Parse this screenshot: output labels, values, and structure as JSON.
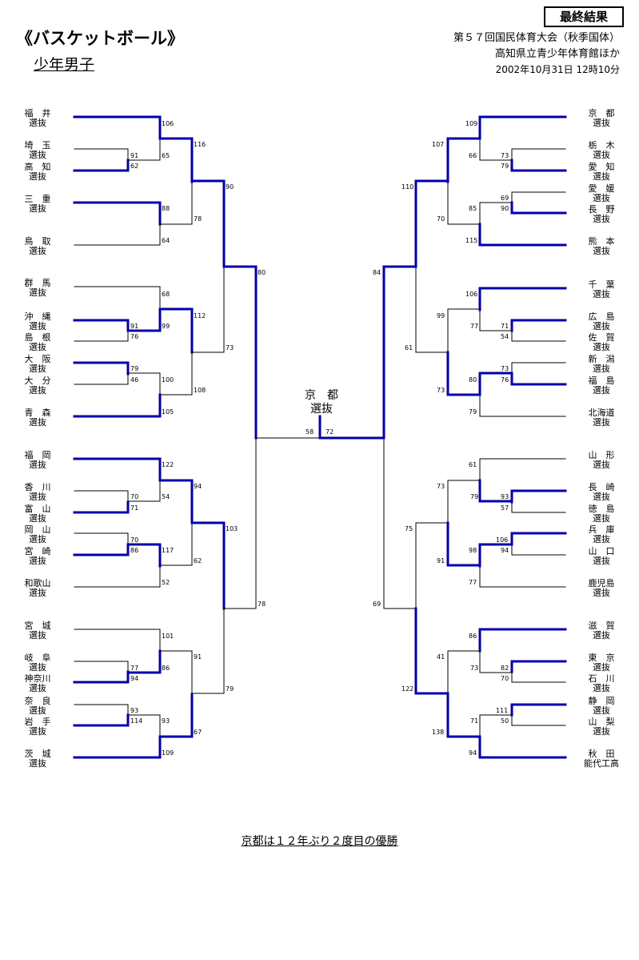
{
  "header": {
    "title": "《バスケットボール》",
    "subtitle": "少年男子",
    "badge": "最終結果",
    "event": "第５７回国民体育大会（秋季国体）",
    "venue": "高知県立青少年体育館ほか",
    "datetime": "2002年10月31日 12時10分"
  },
  "champion": {
    "name": "京　都",
    "sub": "選抜"
  },
  "left_teams": [
    {
      "name": "福　井",
      "sub": "選抜"
    },
    {
      "name": "埼　玉",
      "sub": "選抜"
    },
    {
      "name": "高　知",
      "sub": "選抜"
    },
    {
      "name": "三　重",
      "sub": "選抜"
    },
    {
      "name": "鳥　取",
      "sub": "選抜"
    },
    {
      "name": "群　馬",
      "sub": "選抜"
    },
    {
      "name": "沖　縄",
      "sub": "選抜"
    },
    {
      "name": "島　根",
      "sub": "選抜"
    },
    {
      "name": "大　阪",
      "sub": "選抜"
    },
    {
      "name": "大　分",
      "sub": "選抜"
    },
    {
      "name": "青　森",
      "sub": "選抜"
    },
    {
      "name": "福　岡",
      "sub": "選抜"
    },
    {
      "name": "香　川",
      "sub": "選抜"
    },
    {
      "name": "富　山",
      "sub": "選抜"
    },
    {
      "name": "岡　山",
      "sub": "選抜"
    },
    {
      "name": "宮　崎",
      "sub": "選抜"
    },
    {
      "name": "和歌山",
      "sub": "選抜"
    },
    {
      "name": "宮　城",
      "sub": "選抜"
    },
    {
      "name": "岐　阜",
      "sub": "選抜"
    },
    {
      "name": "神奈川",
      "sub": "選抜"
    },
    {
      "name": "奈　良",
      "sub": "選抜"
    },
    {
      "name": "岩　手",
      "sub": "選抜"
    },
    {
      "name": "茨　城",
      "sub": "選抜"
    }
  ],
  "right_teams": [
    {
      "name": "京　都",
      "sub": "選抜"
    },
    {
      "name": "栃　木",
      "sub": "選抜"
    },
    {
      "name": "愛　知",
      "sub": "選抜"
    },
    {
      "name": "愛　媛",
      "sub": "選抜"
    },
    {
      "name": "長　野",
      "sub": "選抜"
    },
    {
      "name": "熊　本",
      "sub": "選抜"
    },
    {
      "name": "千　葉",
      "sub": "選抜"
    },
    {
      "name": "広　島",
      "sub": "選抜"
    },
    {
      "name": "佐　賀",
      "sub": "選抜"
    },
    {
      "name": "新　潟",
      "sub": "選抜"
    },
    {
      "name": "福　島",
      "sub": "選抜"
    },
    {
      "name": "北海道",
      "sub": "選抜"
    },
    {
      "name": "山　形",
      "sub": "選抜"
    },
    {
      "name": "長　崎",
      "sub": "選抜"
    },
    {
      "name": "徳　島",
      "sub": "選抜"
    },
    {
      "name": "兵　庫",
      "sub": "選抜"
    },
    {
      "name": "山　口",
      "sub": "選抜"
    },
    {
      "name": "鹿児島",
      "sub": "選抜"
    },
    {
      "name": "滋　賀",
      "sub": "選抜"
    },
    {
      "name": "東　京",
      "sub": "選抜"
    },
    {
      "name": "石　川",
      "sub": "選抜"
    },
    {
      "name": "静　岡",
      "sub": "選抜"
    },
    {
      "name": "山　梨",
      "sub": "選抜"
    },
    {
      "name": "秋　田",
      "sub": "能代工高"
    }
  ],
  "scores": [
    "106",
    "91",
    "62",
    "65",
    "116",
    "88",
    "64",
    "78",
    "90",
    "68",
    "91",
    "76",
    "99",
    "112",
    "79",
    "46",
    "100",
    "105",
    "108",
    "73",
    "80",
    "122",
    "70",
    "71",
    "54",
    "94",
    "70",
    "86",
    "117",
    "52",
    "62",
    "103",
    "101",
    "77",
    "94",
    "86",
    "93",
    "114",
    "93",
    "109",
    "91",
    "67",
    "79",
    "78",
    "58",
    "72",
    "109",
    "73",
    "79",
    "66",
    "69",
    "90",
    "85",
    "115",
    "70",
    "107",
    "110",
    "106",
    "71",
    "54",
    "77",
    "73",
    "76",
    "80",
    "79",
    "99",
    "73",
    "61",
    "84",
    "61",
    "93",
    "57",
    "79",
    "106",
    "94",
    "98",
    "77",
    "73",
    "91",
    "75",
    "86",
    "82",
    "70",
    "73",
    "111",
    "50",
    "71",
    "94",
    "41",
    "138",
    "122",
    "69"
  ],
  "footer": "京都は１２年ぶり２度目の優勝",
  "colors": {
    "winner_line": "#0000aa",
    "loser_line": "#000000"
  }
}
